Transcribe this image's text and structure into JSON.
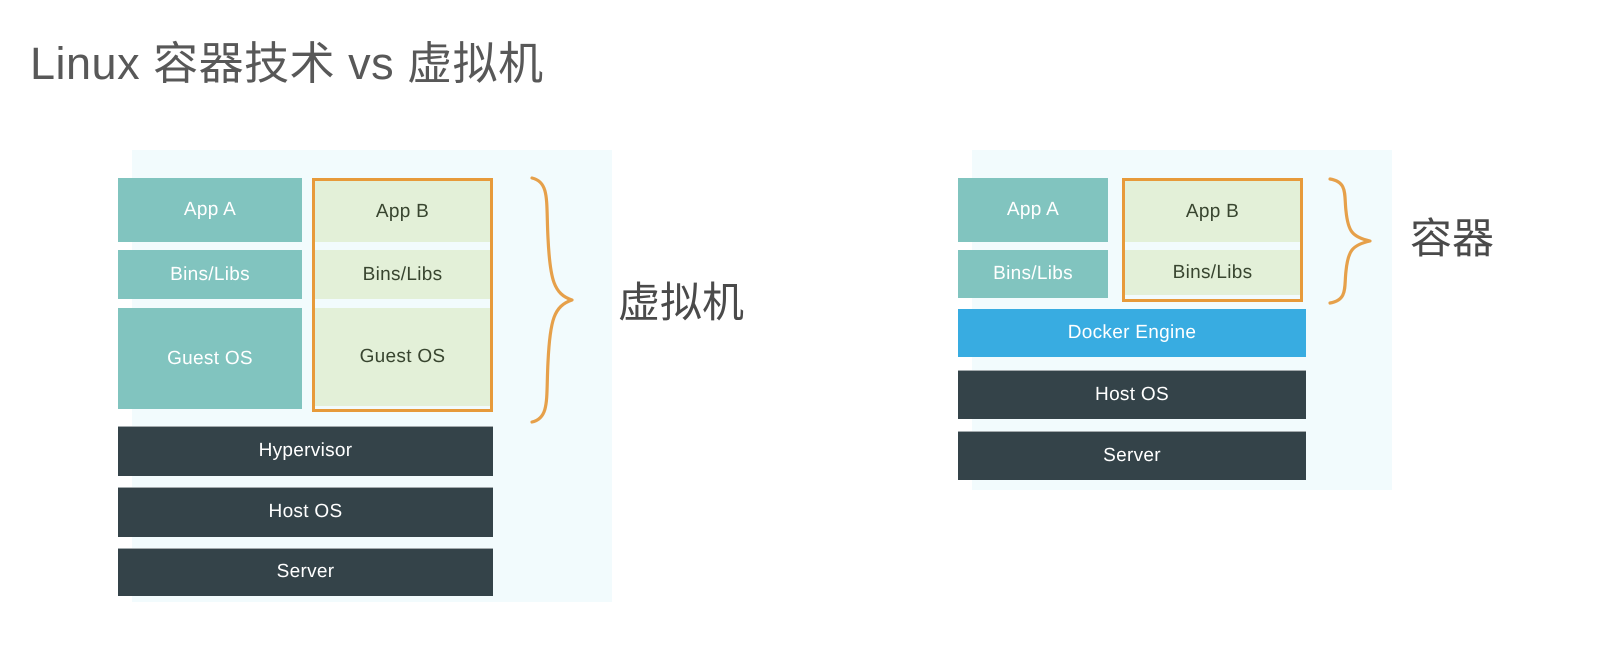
{
  "page": {
    "title": "Linux 容器技术 vs 虚拟机",
    "title_color": "#585858",
    "background": "#ffffff",
    "panel_tint": "#f2fbfd"
  },
  "palette": {
    "teal": "#81c4bf",
    "light_green": "#e3f0d8",
    "dark_slate": "#344349",
    "docker_blue": "#38ace1",
    "highlight_orange": "#e79a3a",
    "white_text": "#ffffff",
    "green_block_text": "#38452f"
  },
  "vm_diagram": {
    "name": "virtual-machine-stack",
    "label": "虚拟机",
    "left_column": [
      {
        "label": "App A",
        "style": "teal"
      },
      {
        "label": "Bins/Libs",
        "style": "teal"
      },
      {
        "label": "Guest OS",
        "style": "teal"
      }
    ],
    "right_column": [
      {
        "label": "App B",
        "style": "green"
      },
      {
        "label": "Bins/Libs",
        "style": "green"
      },
      {
        "label": "Guest OS",
        "style": "green"
      }
    ],
    "base_layers": [
      {
        "label": "Hypervisor",
        "style": "dark"
      },
      {
        "label": "Host OS",
        "style": "dark"
      },
      {
        "label": "Server",
        "style": "dark"
      }
    ],
    "highlighted_column": "right_column",
    "brace_covers": "App B, Bins/Libs, Guest OS"
  },
  "container_diagram": {
    "name": "container-stack",
    "label": "容器",
    "left_column": [
      {
        "label": "App A",
        "style": "teal"
      },
      {
        "label": "Bins/Libs",
        "style": "teal"
      }
    ],
    "right_column": [
      {
        "label": "App B",
        "style": "green"
      },
      {
        "label": "Bins/Libs",
        "style": "green"
      }
    ],
    "base_layers": [
      {
        "label": "Docker Engine",
        "style": "blue"
      },
      {
        "label": "Host OS",
        "style": "dark"
      },
      {
        "label": "Server",
        "style": "dark"
      }
    ],
    "highlighted_column": "right_column",
    "brace_covers": "App B, Bins/Libs"
  }
}
